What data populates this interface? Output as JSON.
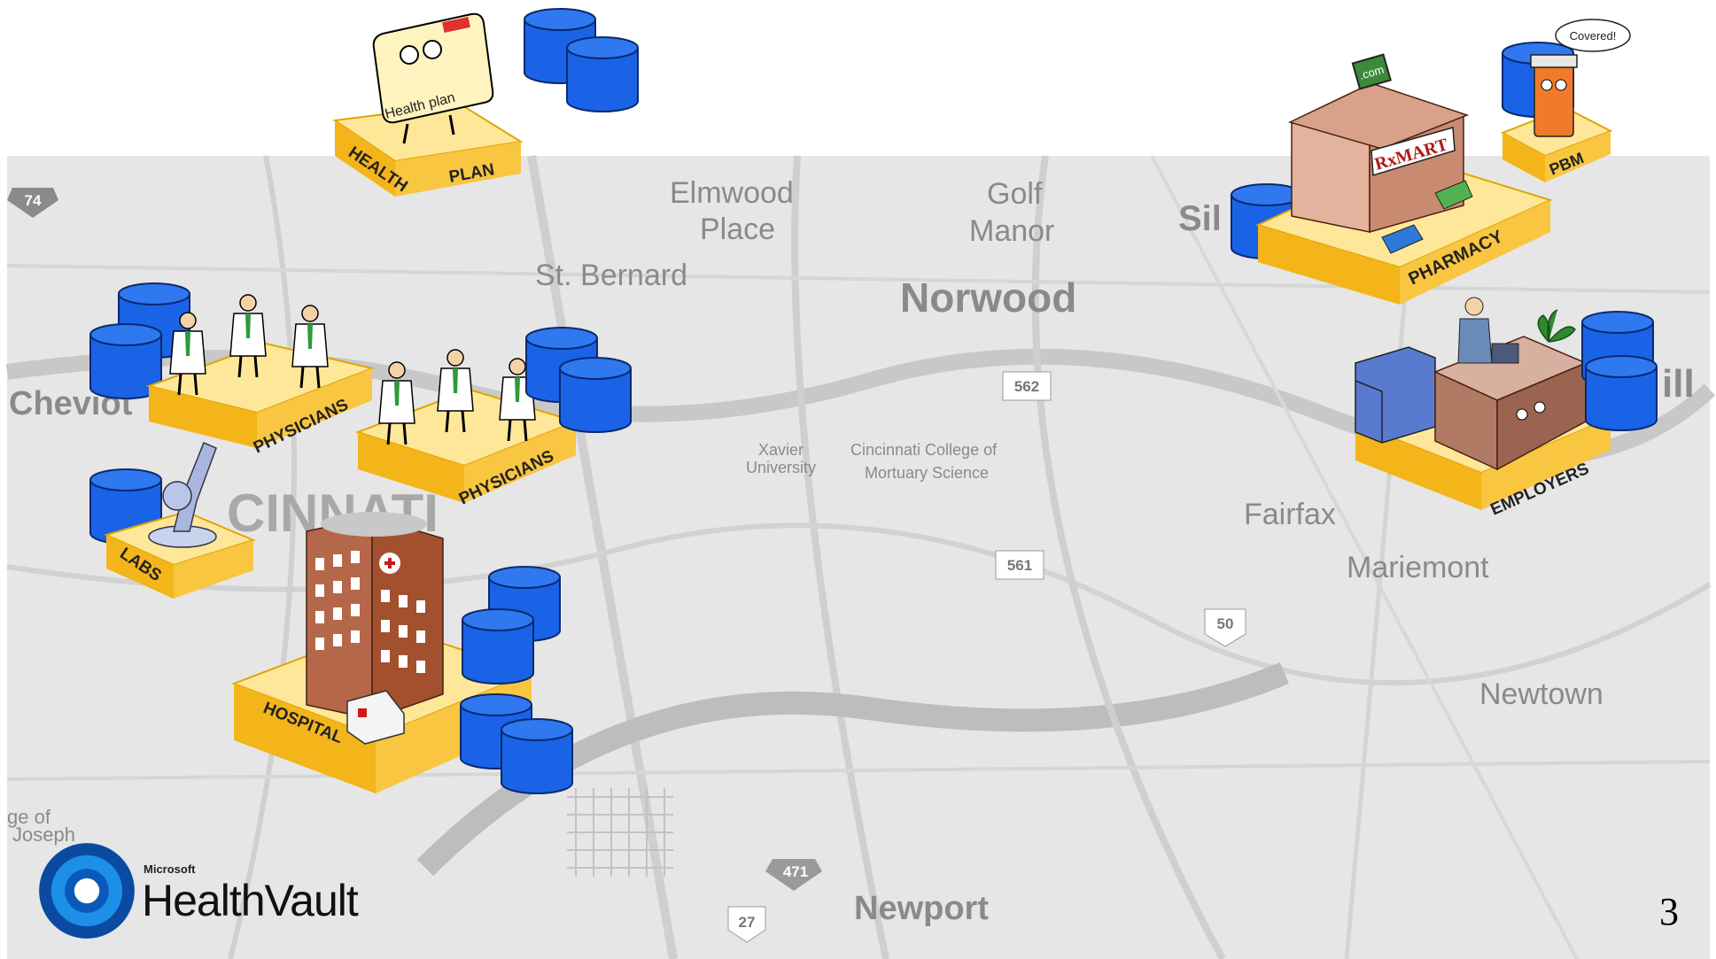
{
  "slide": {
    "number": "3"
  },
  "logo": {
    "brand": "Microsoft",
    "product": "HealthVault"
  },
  "map_labels": {
    "elmwood": "Elmwood",
    "place": "Place",
    "st_bernard": "St. Bernard",
    "golf": "Golf",
    "manor": "Manor",
    "norwood": "Norwood",
    "silverton": "Sil",
    "cheviot": "Cheviot",
    "fairfax": "Fairfax",
    "mariemont": "Mariemont",
    "newtown": "Newtown",
    "newport": "Newport",
    "xavier": "Xavier",
    "university": "University",
    "cincinnati_college": "Cincinnati College of",
    "mortuary": "Mortuary Science",
    "cincinnati_big": "CINNATI",
    "joseph": "Joseph",
    "ge_of": "ge of",
    "hill": "ill",
    "route_562": "562",
    "route_561": "561",
    "route_50": "50",
    "route_471": "471",
    "route_27": "27",
    "route_74": "74"
  },
  "stakeholders": {
    "health_plan": {
      "label_left": "HEALTH",
      "label_right": "PLAN",
      "card_text": "Health plan"
    },
    "physicians_1": {
      "label": "PHYSICIANS"
    },
    "physicians_2": {
      "label": "PHYSICIANS"
    },
    "labs": {
      "label": "LABS"
    },
    "hospital": {
      "label": "HOSPITAL"
    },
    "pharmacy": {
      "label": "PHARMACY",
      "sign": "RxMART",
      "monitor": ".com"
    },
    "pbm": {
      "label": "PBM",
      "bubble": "Covered!"
    },
    "employers": {
      "label": "EMPLOYERS"
    }
  },
  "colors": {
    "database": "#1a63e6",
    "platform_top": "#ffe79a",
    "platform_side": "#f3b51a",
    "map_bg": "#e6e6e6"
  }
}
